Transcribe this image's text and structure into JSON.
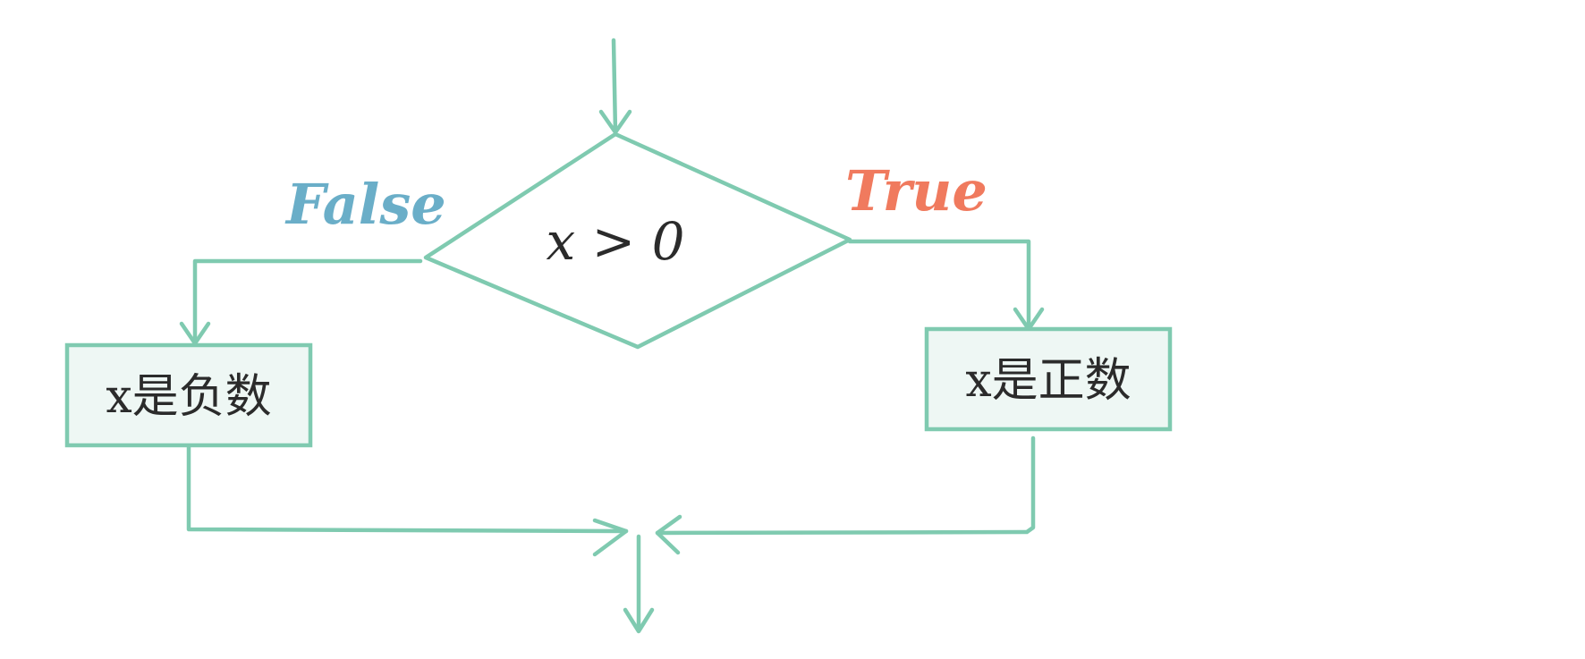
{
  "diagram": {
    "condition": "x > 0",
    "false_label": "False",
    "true_label": "True",
    "false_box": "x是负数",
    "true_box": "x是正数"
  },
  "colors": {
    "edge": "#7fcab0",
    "box_fill": "#eef7f4",
    "false_label": "#6aaec8",
    "true_label": "#f07a5e",
    "text": "#2b2b2b"
  }
}
